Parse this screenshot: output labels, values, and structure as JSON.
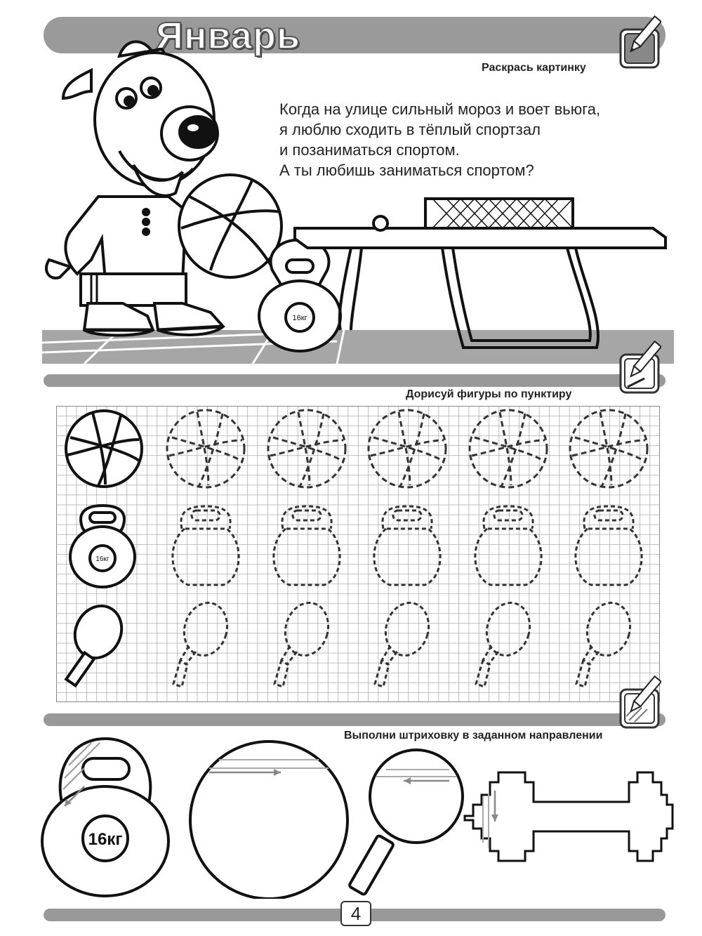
{
  "header": {
    "title": "Январь"
  },
  "section1": {
    "instruction": "Раскрась картинку",
    "story_lines": [
      "Когда на улице сильный мороз и воет вьюга,",
      "я люблю сходить в тёплый спортзал",
      "и позаниматься спортом.",
      "А ты любишь заниматься спортом?"
    ],
    "kettlebell_label": "16кг"
  },
  "section2": {
    "instruction": "Дорисуй фигуры по пунктиру",
    "kettlebell_label": "16кг"
  },
  "section3": {
    "instruction": "Выполни штриховку  в заданном направлении",
    "kettlebell_label": "16кг"
  },
  "footer": {
    "page_number": "4"
  },
  "icons": [
    "pencil-icon"
  ]
}
